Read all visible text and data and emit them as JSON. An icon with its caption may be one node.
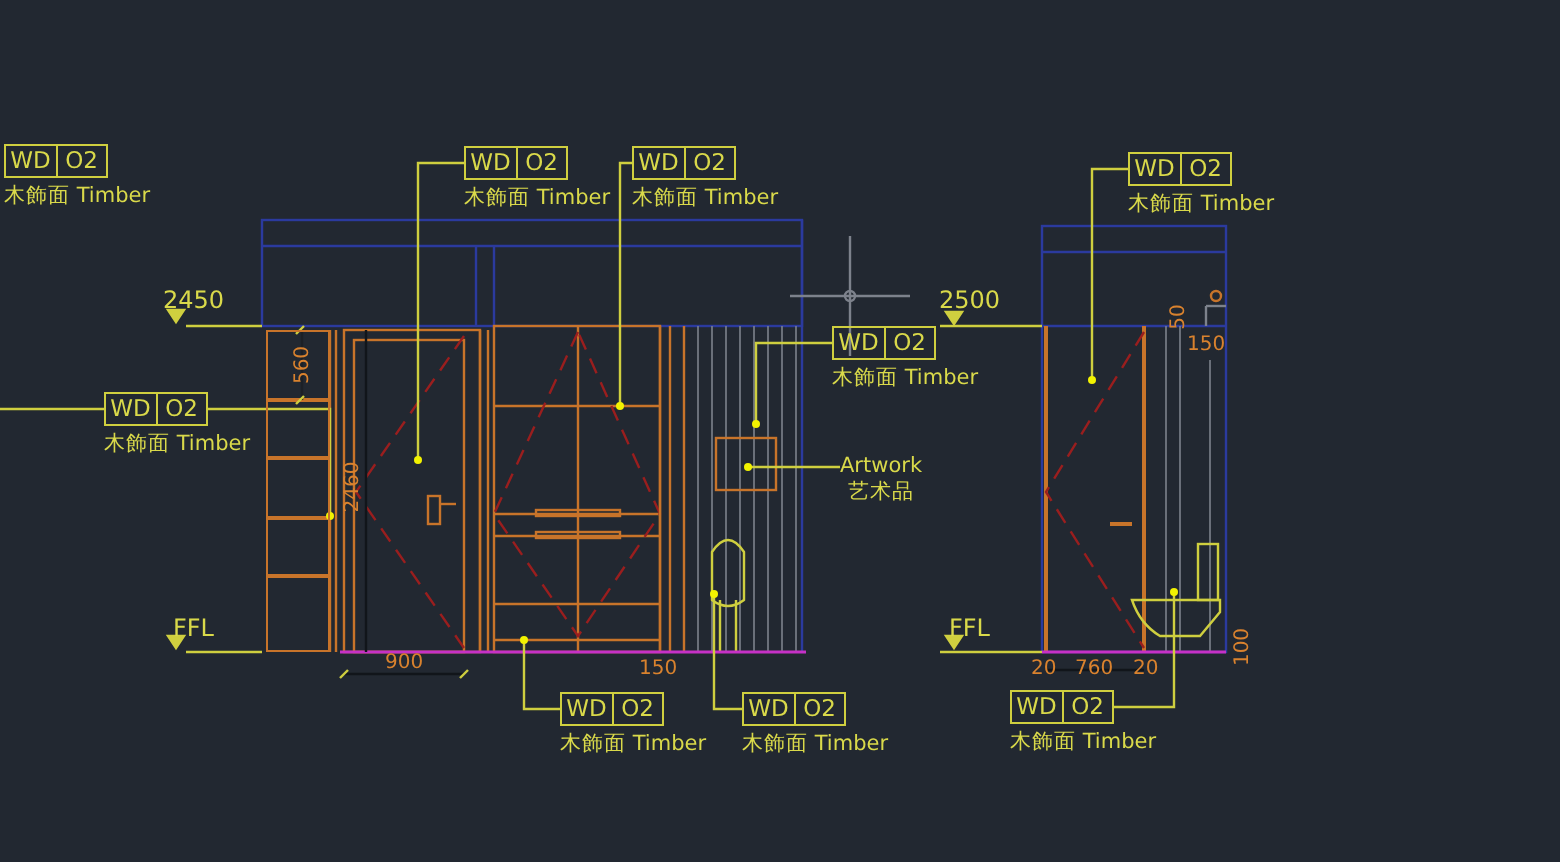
{
  "diagram": {
    "nodes": [
      {
        "text": [
          "WD",
          "O2",
          "木飾面 Timber"
        ]
      },
      {
        "text": [
          "WD",
          "O2",
          "木飾面 Timber"
        ]
      },
      {
        "text": [
          "WD",
          "O2",
          "木飾面 Timber"
        ]
      },
      {
        "text": [
          "WD",
          "O2",
          "木飾面 Timber"
        ]
      },
      {
        "text": [
          "WD",
          "O2",
          "木飾面 Timber"
        ]
      },
      {
        "text": [
          "WD",
          "O2",
          "木飾面 Timber"
        ]
      },
      {
        "text": [
          "WD",
          "O2",
          "木飾面 Timber"
        ]
      },
      {
        "text": [
          "WD",
          "O2",
          "木飾面 Timber"
        ]
      },
      {
        "text": [
          "WD",
          "O2",
          "木飾面 Timber"
        ]
      },
      {
        "text": [
          "Artwork",
          "艺术品"
        ]
      },
      {
        "text": [],
        "shape": "box"
      }
    ],
    "edges": [
      {
        "from": 1,
        "to": null,
        "arrow": "other"
      },
      {
        "from": 2,
        "to": null,
        "arrow": "other"
      },
      {
        "from": 3,
        "to": null,
        "arrow": "none"
      },
      {
        "from": 3,
        "to": 10,
        "arrow": "other"
      },
      {
        "from": 4,
        "to": null,
        "arrow": "other"
      },
      {
        "from": 9,
        "to": null,
        "arrow": "other"
      },
      {
        "from": 5,
        "to": null,
        "arrow": "other"
      },
      {
        "from": 6,
        "to": null,
        "arrow": "other"
      },
      {
        "from": 7,
        "to": null,
        "arrow": "other"
      },
      {
        "from": 8,
        "to": null,
        "arrow": "other"
      }
    ],
    "labels": [
      "2450",
      "FFL",
      "560",
      "2460",
      "900",
      "150",
      "2500",
      "FFL",
      "50",
      "150",
      "20",
      "760",
      "20",
      "100"
    ]
  }
}
